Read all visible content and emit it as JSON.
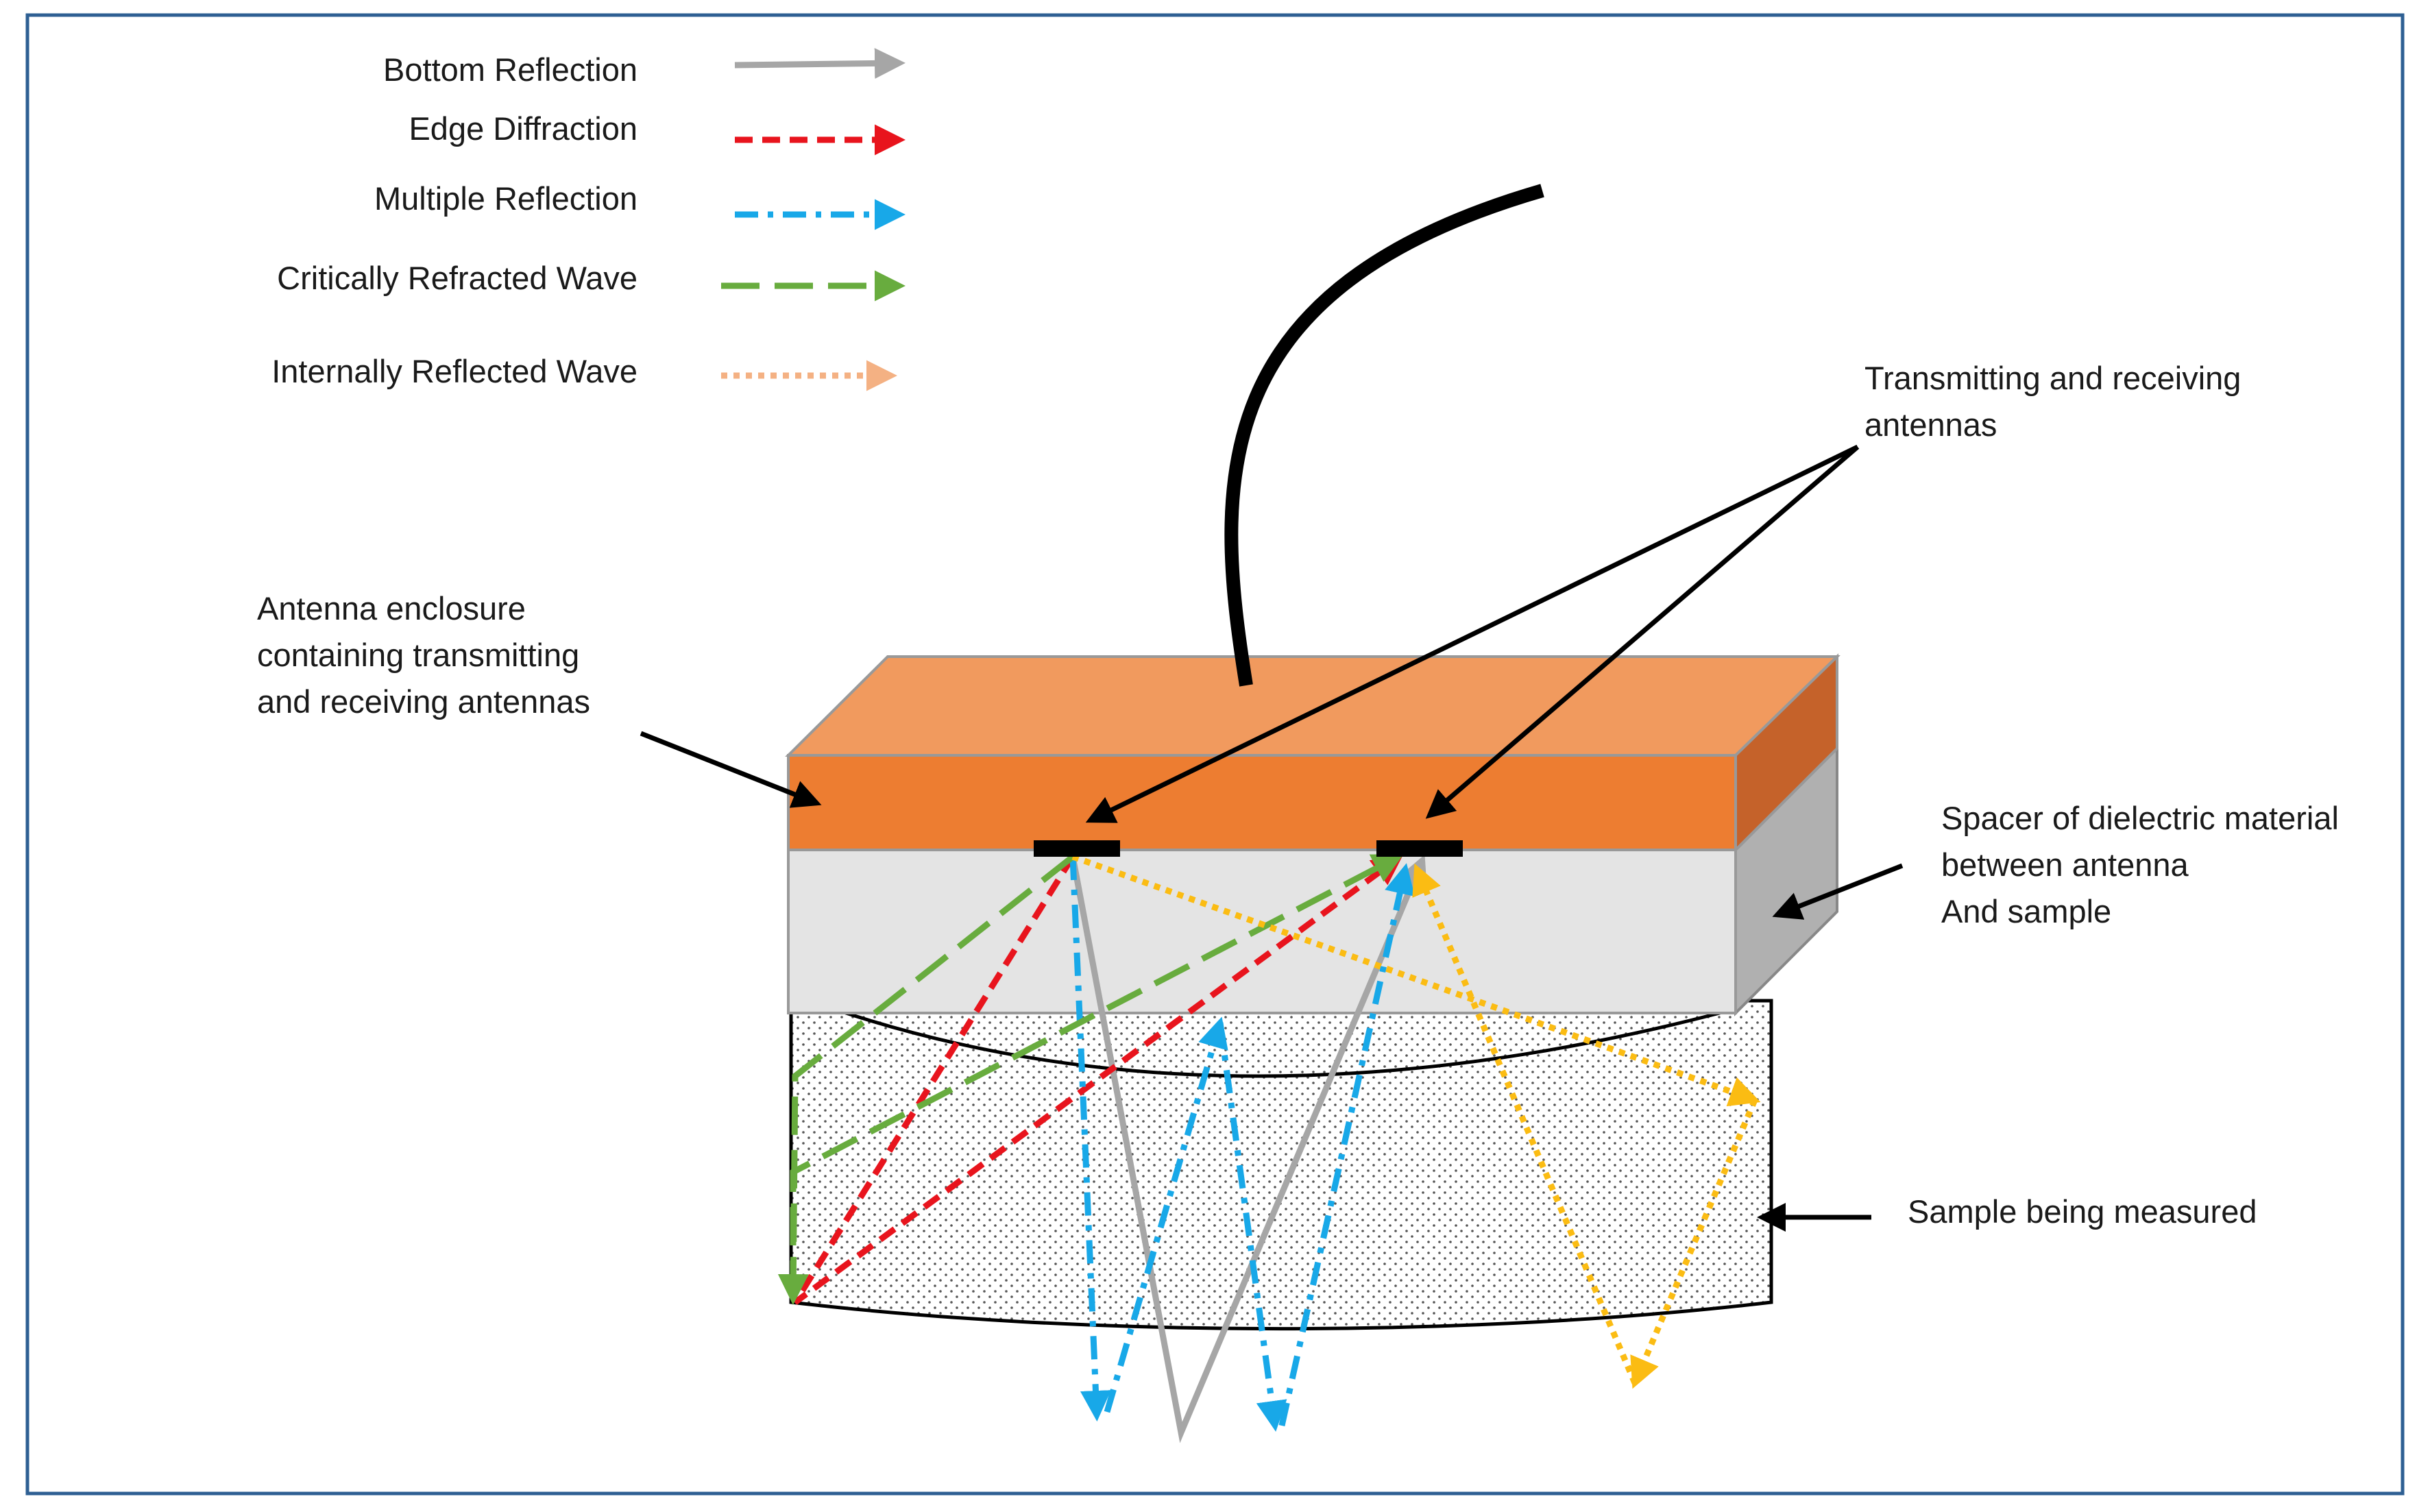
{
  "legend": {
    "items": [
      {
        "label": "Bottom Reflection",
        "color": "#a6a6a6",
        "style": "solid"
      },
      {
        "label": "Edge Diffraction",
        "color": "#e8141d",
        "style": "dashed"
      },
      {
        "label": "Multiple Reflection",
        "color": "#18a8e8",
        "style": "dash-dot"
      },
      {
        "label": "Critically Refracted Wave",
        "color": "#68ac3e",
        "style": "long-dash"
      },
      {
        "label": "Internally Reflected Wave",
        "color": "#f4b183",
        "style": "dotted"
      }
    ]
  },
  "labels": {
    "antennas": [
      "Transmitting and receiving",
      "antennas"
    ],
    "enclosure": [
      "Antenna enclosure",
      "containing transmitting",
      "and receiving antennas"
    ],
    "spacer": [
      "Spacer of dielectric material",
      "between antenna",
      "And sample"
    ],
    "sample": [
      "Sample being measured"
    ]
  },
  "colors": {
    "enclosure_front": "#ed7d31",
    "enclosure_top": "#f19a5e",
    "enclosure_side": "#c5622a",
    "spacer_front": "#e4e4e4",
    "spacer_side": "#b0b0b0",
    "frame": "#2e5f93",
    "internal_reflection_path": "#fbbc13"
  }
}
